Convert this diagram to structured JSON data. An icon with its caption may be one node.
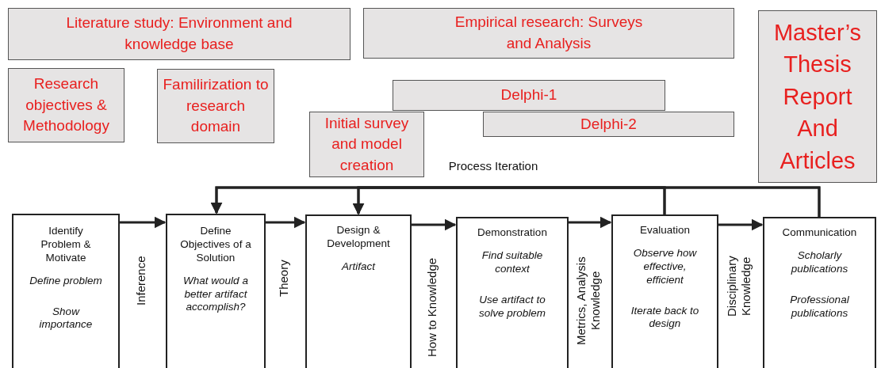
{
  "diagram": {
    "nodes": [
      {
        "text": [
          "Literature study: Environment and knowledge base"
        ]
      },
      {
        "text": [
          "Empirical research: Surveys and Analysis"
        ]
      },
      {
        "text": [
          "Master’s Thesis Report And Articles"
        ]
      },
      {
        "text": [
          "Research objectives & Methodology"
        ]
      },
      {
        "text": [
          "Familirization to research domain"
        ]
      },
      {
        "text": [
          "Initial survey and model creation"
        ]
      },
      {
        "text": [
          "Delphi-1"
        ]
      },
      {
        "text": [
          "Delphi-2"
        ]
      },
      {
        "text": [
          "Identify Problem & Motivate",
          "Define problem",
          "Show importance"
        ]
      },
      {
        "text": [
          "Define Objectives of a Solution",
          "What would a better artifact accomplish?"
        ]
      },
      {
        "text": [
          "Design & Development",
          "Artifact"
        ]
      },
      {
        "text": [
          "Demonstration",
          "Find suitable context",
          "Use artifact to solve problem"
        ]
      },
      {
        "text": [
          "Evaluation",
          "Observe how effective, efficient",
          "Iterate back to design"
        ]
      },
      {
        "text": [
          "Communication",
          "Scholarly publications",
          "Professional publications"
        ]
      }
    ],
    "edges": [
      {
        "from": 8,
        "to": 9,
        "arrow": "to"
      },
      {
        "from": 9,
        "to": 10,
        "arrow": "to"
      },
      {
        "from": 10,
        "to": 11,
        "arrow": "to"
      },
      {
        "from": 11,
        "to": 12,
        "arrow": "to"
      },
      {
        "from": 12,
        "to": 13,
        "arrow": "to"
      },
      {
        "from": 12,
        "to": 9,
        "arrow": "to"
      },
      {
        "from": 12,
        "to": 10,
        "arrow": "to"
      },
      {
        "from": 13,
        "to": 9,
        "arrow": "to"
      },
      {
        "from": 13,
        "to": 10,
        "arrow": "to"
      }
    ],
    "labels": [
      "Process Iteration",
      "Inference",
      "Theory",
      "How to Knowledge",
      "Metrics, Analysis Knowledge",
      "Disciplinary Knowledge"
    ]
  }
}
